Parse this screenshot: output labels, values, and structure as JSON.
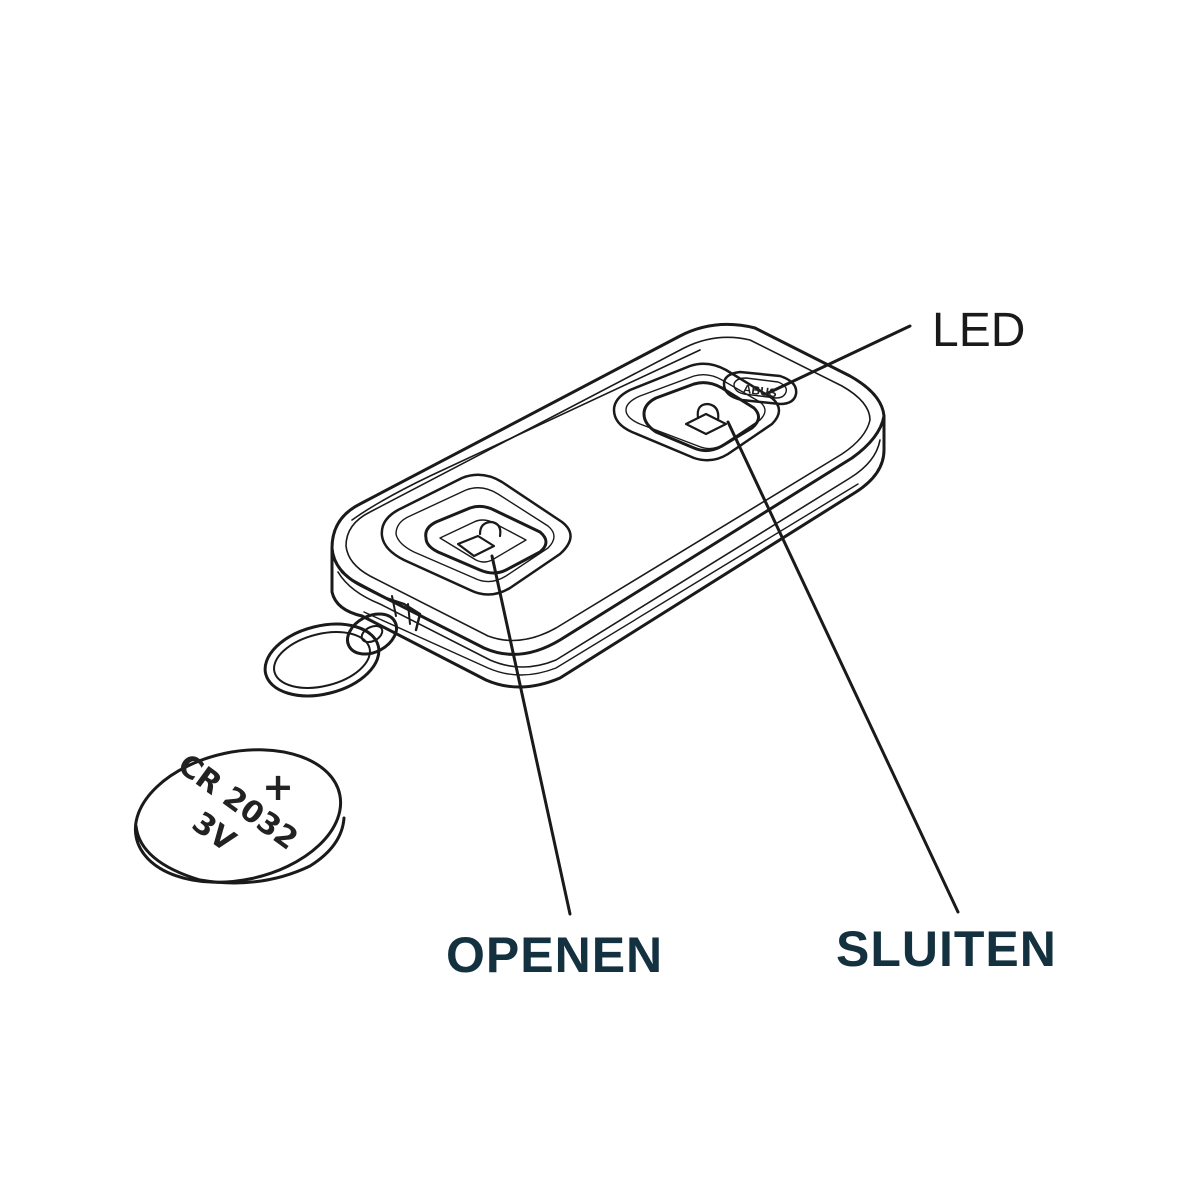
{
  "callouts": {
    "led": "LED",
    "open": "OPENEN",
    "close": "SLUITEN"
  },
  "battery": {
    "plus": "+",
    "model": "CR 2032",
    "voltage": "3V"
  },
  "device": {
    "brand": "ABUS"
  },
  "colors": {
    "label": "#14313f",
    "line": "#1a1a1a",
    "background": "#ffffff"
  }
}
